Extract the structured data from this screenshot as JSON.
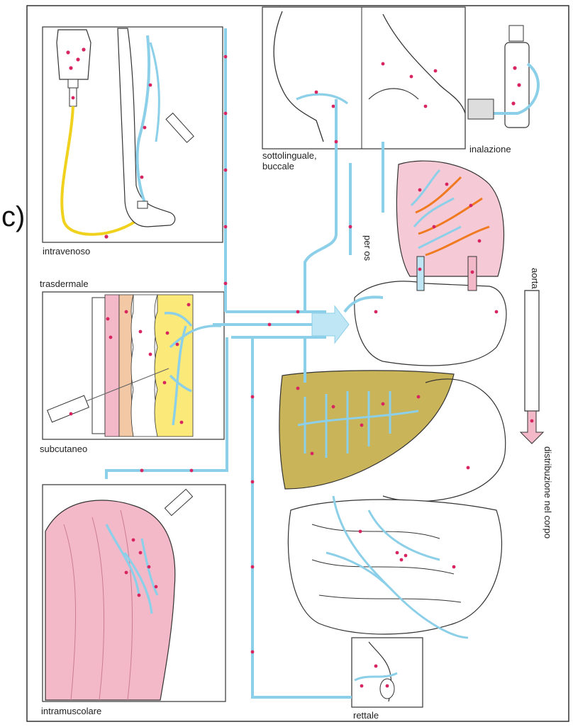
{
  "side_mark": "c)",
  "labels": {
    "intravenoso": "intravenoso",
    "trasdermale": "trasdermale",
    "subcutaneo": "subcutaneo",
    "intramuscolare": "intramuscolare",
    "sottolinguale": "sottolinguale,\nbuccale",
    "inalazione": "inalazione",
    "per_os": "per os",
    "aorta": "aorta",
    "distribuzione": "distribuzione nel corpo",
    "rettale": "rettale"
  },
  "colors": {
    "blood_vessel": "#8ccfe9",
    "drug_particle": "#d8245f",
    "liver": "#c9b45a",
    "lung": "#f5c9d6",
    "muscle": "#f4b9c8",
    "skin_yellow": "#fbe97a",
    "iv_tube": "#f0d21e",
    "pulmonary_artery": "#f07a20"
  }
}
